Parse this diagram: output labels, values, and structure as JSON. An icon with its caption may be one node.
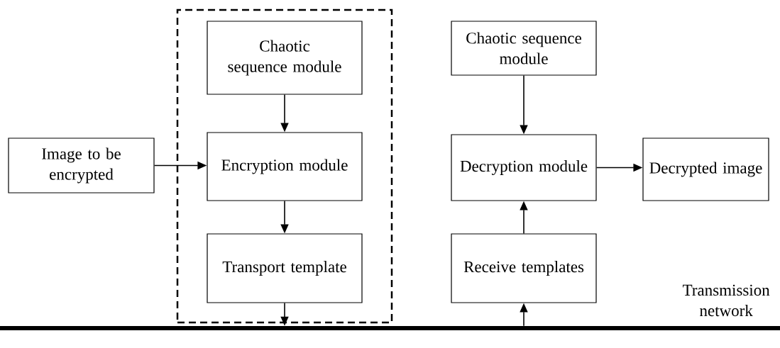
{
  "diagram": {
    "nodes": [
      {
        "text": [],
        "shape": "box"
      },
      {
        "text": [
          "Chaotic sequence module"
        ],
        "in": 0
      },
      {
        "text": [
          "Encryption module"
        ],
        "in": 0
      },
      {
        "text": [
          "Transport template"
        ],
        "in": 0
      },
      {
        "text": [
          "Image to be encrypted"
        ]
      },
      {
        "text": [
          "Chaotic sequence module"
        ]
      },
      {
        "text": [
          "Decryption module"
        ]
      },
      {
        "text": [
          "Receive templates"
        ]
      },
      {
        "text": [
          "Decrypted image"
        ]
      },
      {
        "text": [
          "Transmission network"
        ]
      }
    ],
    "edges": [
      {
        "from": 1,
        "to": 2,
        "arrow": "to"
      },
      {
        "from": 4,
        "to": 2,
        "arrow": "to"
      },
      {
        "from": 2,
        "to": 3,
        "arrow": "to"
      },
      {
        "from": 3,
        "to": 9,
        "arrow": "to"
      },
      {
        "from": 9,
        "to": 7,
        "arrow": "to"
      },
      {
        "from": 7,
        "to": 6,
        "arrow": "to"
      },
      {
        "from": 5,
        "to": 6,
        "arrow": "to"
      },
      {
        "from": 6,
        "to": 8,
        "arrow": "to"
      }
    ]
  }
}
